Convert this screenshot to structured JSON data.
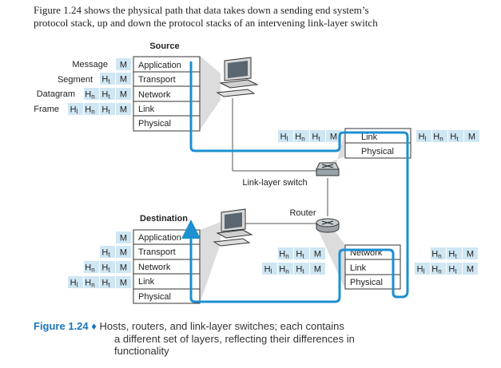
{
  "intro": {
    "line1": "Figure 1.24 shows the physical path that data takes down a sending end system’s",
    "line2": "protocol stack, up and down the protocol stacks of an intervening link-layer switch"
  },
  "source": {
    "title": "Source",
    "layers": [
      "Application",
      "Transport",
      "Network",
      "Link",
      "Physical"
    ],
    "row_labels": [
      "Message",
      "Segment",
      "Datagram",
      "Frame"
    ],
    "headers": [
      [
        "M"
      ],
      [
        "Ht",
        "M"
      ],
      [
        "Hn",
        "Ht",
        "M"
      ],
      [
        "Hl",
        "Hn",
        "Ht",
        "M"
      ]
    ]
  },
  "switch": {
    "label": "Link-layer switch",
    "layers": [
      "Link",
      "Physical"
    ],
    "left_headers": [
      "Hl",
      "Hn",
      "Ht",
      "M"
    ],
    "right_headers": [
      "Hl",
      "Hn",
      "Ht",
      "M"
    ]
  },
  "router": {
    "label": "Router",
    "layers": [
      "Network",
      "Link",
      "Physical"
    ],
    "left_headers": [
      [
        "Hn",
        "Ht",
        "M"
      ],
      [
        "Hl",
        "Hn",
        "Ht",
        "M"
      ]
    ],
    "right_headers": [
      [
        "Hn",
        "Ht",
        "M"
      ],
      [
        "Hl",
        "Hn",
        "Ht",
        "M"
      ]
    ]
  },
  "destination": {
    "title": "Destination",
    "layers": [
      "Application",
      "Transport",
      "Network",
      "Link",
      "Physical"
    ],
    "headers": [
      [
        "M"
      ],
      [
        "Ht",
        "M"
      ],
      [
        "Hn",
        "Ht",
        "M"
      ],
      [
        "Hl",
        "Hn",
        "Ht",
        "M"
      ]
    ]
  },
  "caption": {
    "figure": "Figure 1.24",
    "bullet": "♦",
    "line1": "Hosts, routers, and link-layer switches; each contains",
    "line2": "a different set of layers, reflecting their differences in",
    "line3": "functionality"
  },
  "colors": {
    "path": "#1e8fd0",
    "header_box": "#cfe6f3",
    "caption_accent": "#1a75bb"
  }
}
